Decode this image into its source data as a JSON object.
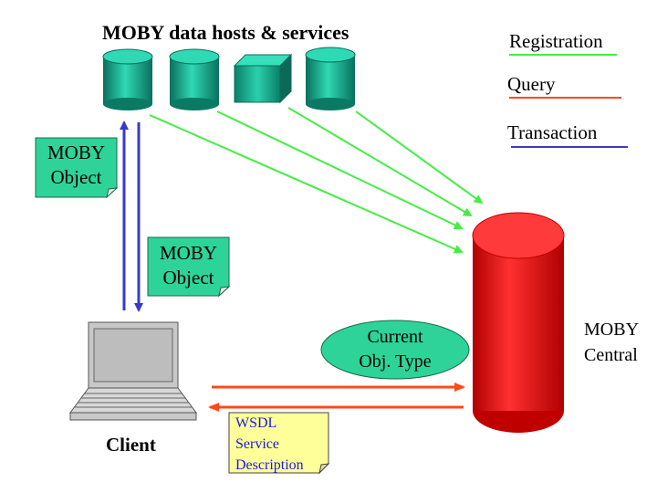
{
  "title": "MOBY data hosts & services",
  "legend": {
    "items": [
      {
        "label": "Registration",
        "color": "#44ee44"
      },
      {
        "label": "Query",
        "color": "#ff4a1a"
      },
      {
        "label": "Transaction",
        "color": "#3a3ac8"
      }
    ]
  },
  "notes": {
    "moby_object_1": [
      "MOBY",
      "Object"
    ],
    "moby_object_2": [
      "MOBY",
      "Object"
    ],
    "current_type": [
      "Current",
      "Obj. Type"
    ],
    "wsdl": [
      "WSDL",
      "Service",
      "Description"
    ]
  },
  "client_label": "Client",
  "central_label": [
    "MOBY",
    "Central"
  ],
  "colors": {
    "teal": "#0f9e86",
    "note_fill": "#2ed39a",
    "central_red": "#ff2020",
    "wsdl_fill": "#ffff99",
    "transaction": "#3a3ac8",
    "registration": "#44ee44",
    "query": "#ff4a1a"
  }
}
